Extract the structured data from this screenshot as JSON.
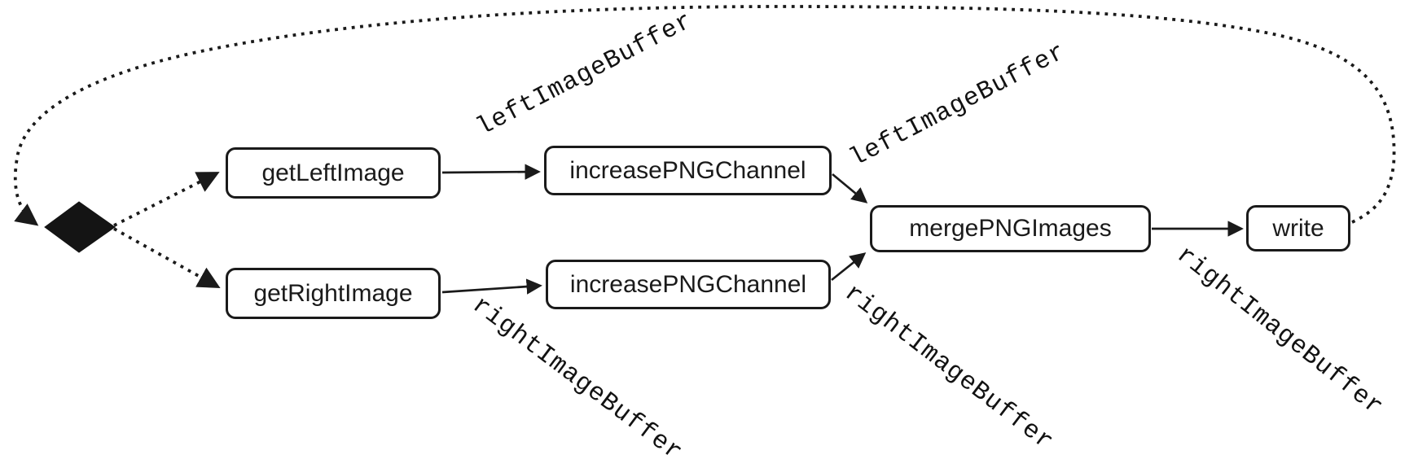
{
  "diagram": {
    "kind": "dataflow-graph",
    "colors": {
      "background": "#ffffff",
      "stroke": "#1a1a1a",
      "node_fill": "#ffffff",
      "text": "#1a1a1a"
    },
    "start_marker": "filled-diamond-icon"
  },
  "nodes": [
    {
      "id": "start",
      "shape": "filled-diamond",
      "label": ""
    },
    {
      "id": "getLeftImage",
      "shape": "rounded-rect",
      "label": "getLeftImage"
    },
    {
      "id": "getRightImage",
      "shape": "rounded-rect",
      "label": "getRightImage"
    },
    {
      "id": "increasePNGChannelTop",
      "shape": "rounded-rect",
      "label": "increasePNGChannel"
    },
    {
      "id": "increasePNGChannelBottom",
      "shape": "rounded-rect",
      "label": "increasePNGChannel"
    },
    {
      "id": "mergePNGImages",
      "shape": "rounded-rect",
      "label": "mergePNGImages"
    },
    {
      "id": "write",
      "shape": "rounded-rect",
      "label": "write"
    }
  ],
  "edges": [
    {
      "from": "start",
      "to": "getLeftImage",
      "style": "dotted",
      "label": ""
    },
    {
      "from": "start",
      "to": "getRightImage",
      "style": "dotted",
      "label": ""
    },
    {
      "from": "getLeftImage",
      "to": "increasePNGChannelTop",
      "style": "solid",
      "label": "leftImageBuffer"
    },
    {
      "from": "getRightImage",
      "to": "increasePNGChannelBottom",
      "style": "solid",
      "label": "rightImageBuffer"
    },
    {
      "from": "increasePNGChannelTop",
      "to": "mergePNGImages",
      "style": "solid",
      "label": "leftImageBuffer"
    },
    {
      "from": "increasePNGChannelBottom",
      "to": "mergePNGImages",
      "style": "solid",
      "label": "rightImageBuffer"
    },
    {
      "from": "mergePNGImages",
      "to": "write",
      "style": "solid",
      "label": "rightImageBuffer"
    },
    {
      "from": "write",
      "to": "start",
      "style": "dotted",
      "label": ""
    }
  ]
}
